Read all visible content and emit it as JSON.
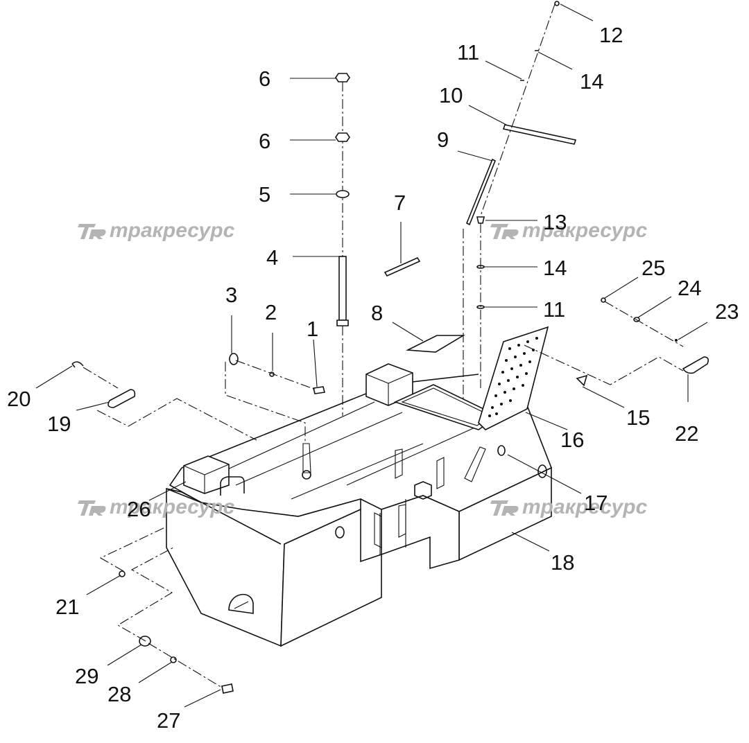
{
  "watermark": {
    "text": "тракресурс",
    "logo": "TR-logo"
  },
  "callouts": {
    "c1": "1",
    "c2": "2",
    "c3": "3",
    "c4": "4",
    "c5": "5",
    "c6a": "6",
    "c6b": "6",
    "c7": "7",
    "c8": "8",
    "c9": "9",
    "c10": "10",
    "c11a": "11",
    "c11b": "11",
    "c12": "12",
    "c13": "13",
    "c14a": "14",
    "c14b": "14",
    "c15": "15",
    "c16": "16",
    "c17": "17",
    "c18": "18",
    "c19": "19",
    "c20": "20",
    "c21": "21",
    "c22": "22",
    "c23": "23",
    "c24": "24",
    "c25": "25",
    "c26": "26",
    "c27": "27",
    "c28": "28",
    "c29": "29"
  },
  "colors": {
    "line": "#111111",
    "watermark": "#b4b4b4",
    "background": "#ffffff"
  }
}
